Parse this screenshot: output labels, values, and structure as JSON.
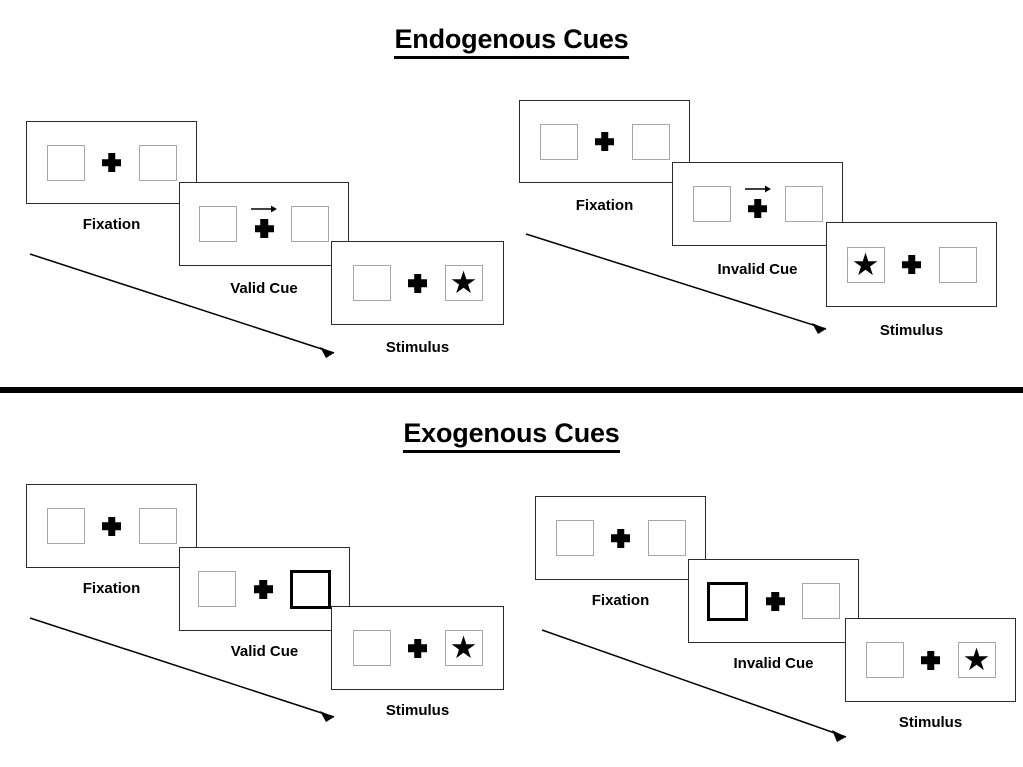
{
  "sections": [
    {
      "id": "endogenous",
      "title": "Endogenous Cues",
      "groups": [
        {
          "id": "endogenous-valid",
          "panels": [
            {
              "label": "Fixation",
              "left_box": "empty",
              "right_box": "empty",
              "center": "cross"
            },
            {
              "label": "Valid Cue",
              "left_box": "empty",
              "right_box": "empty",
              "center": "cross-with-right-arrow"
            },
            {
              "label": "Stimulus",
              "left_box": "empty",
              "right_box": "star",
              "center": "cross"
            }
          ]
        },
        {
          "id": "endogenous-invalid",
          "panels": [
            {
              "label": "Fixation",
              "left_box": "empty",
              "right_box": "empty",
              "center": "cross"
            },
            {
              "label": "Invalid Cue",
              "left_box": "empty",
              "right_box": "empty",
              "center": "cross-with-right-arrow"
            },
            {
              "label": "Stimulus",
              "left_box": "star",
              "right_box": "empty",
              "center": "cross"
            }
          ]
        }
      ]
    },
    {
      "id": "exogenous",
      "title": "Exogenous Cues",
      "groups": [
        {
          "id": "exogenous-valid",
          "panels": [
            {
              "label": "Fixation",
              "left_box": "empty",
              "right_box": "empty",
              "center": "cross"
            },
            {
              "label": "Valid Cue",
              "left_box": "empty",
              "right_box": "highlight",
              "center": "cross"
            },
            {
              "label": "Stimulus",
              "left_box": "empty",
              "right_box": "star",
              "center": "cross"
            }
          ]
        },
        {
          "id": "exogenous-invalid",
          "panels": [
            {
              "label": "Fixation",
              "left_box": "empty",
              "right_box": "empty",
              "center": "cross"
            },
            {
              "label": "Invalid Cue",
              "left_box": "highlight",
              "right_box": "empty",
              "center": "cross"
            },
            {
              "label": "Stimulus",
              "left_box": "empty",
              "right_box": "star",
              "center": "cross"
            }
          ]
        }
      ]
    }
  ],
  "icons": {
    "star": "★",
    "fixation_cross": "fixation-cross",
    "cue_arrow": "right-arrow",
    "flow_arrow": "diagonal-time-arrow"
  },
  "colors": {
    "frame_border": "#2b2b2b",
    "inner_box_border": "#a6a6a6",
    "cued_box_border": "#000000",
    "text": "#000000",
    "divider": "#000000",
    "background": "#ffffff"
  }
}
